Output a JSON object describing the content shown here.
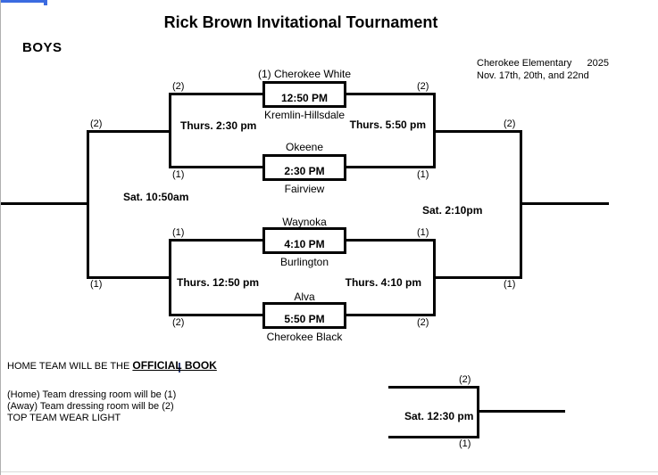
{
  "header": {
    "title": "Rick Brown Invitational Tournament",
    "division": "BOYS",
    "venue": "Cherokee Elementary",
    "year": "2025",
    "dates": "Nov. 17th, 20th, and 22nd"
  },
  "bracket": {
    "games": [
      {
        "team_top": "(1) Cherokee White",
        "time": "12:50 PM",
        "team_bottom": "Kremlin-Hillsdale",
        "label_left": "(2)",
        "label_right": "(2)"
      },
      {
        "team_top": "Okeene",
        "time": "2:30 PM",
        "team_bottom": "Fairview",
        "label_left": "(1)",
        "label_right": "(1)"
      },
      {
        "team_top": "Waynoka",
        "time": "4:10 PM",
        "team_bottom": "Burlington",
        "label_left": "(1)",
        "label_right": "(1)"
      },
      {
        "team_top": "Alva",
        "time": "5:50 PM",
        "team_bottom": "Cherokee Black",
        "label_left": "(2)",
        "label_right": "(2)"
      }
    ],
    "semifinals": {
      "left_top_time": "Thurs. 2:30 pm",
      "right_top_time": "Thurs. 5:50 pm",
      "left_bottom_time": "Thurs. 12:50 pm",
      "right_bottom_time": "Thurs. 4:10 pm",
      "left_outer_label_top": "(2)",
      "left_outer_label_bottom": "(1)",
      "right_outer_label_top": "(2)",
      "right_outer_label_bottom": "(1)"
    },
    "finals": {
      "left_time": "Sat. 10:50am",
      "right_time": "Sat. 2:10pm"
    },
    "consolation": {
      "time": "Sat. 12:30 pm",
      "label_top": "(2)",
      "label_bottom": "(1)"
    }
  },
  "notes": {
    "official_book_prefix": "HOME TEAM WILL BE THE ",
    "official_book_emphasis": "OFFICIAL BOOK",
    "lines": [
      "(Home) Team dressing room will be (1)",
      "(Away) Team dressing room will be (2)",
      "TOP TEAM WEAR LIGHT"
    ]
  },
  "colors": {
    "line": "#000000",
    "accent_blue": "#3b6be0",
    "edge_gray": "#b0b0b0"
  }
}
